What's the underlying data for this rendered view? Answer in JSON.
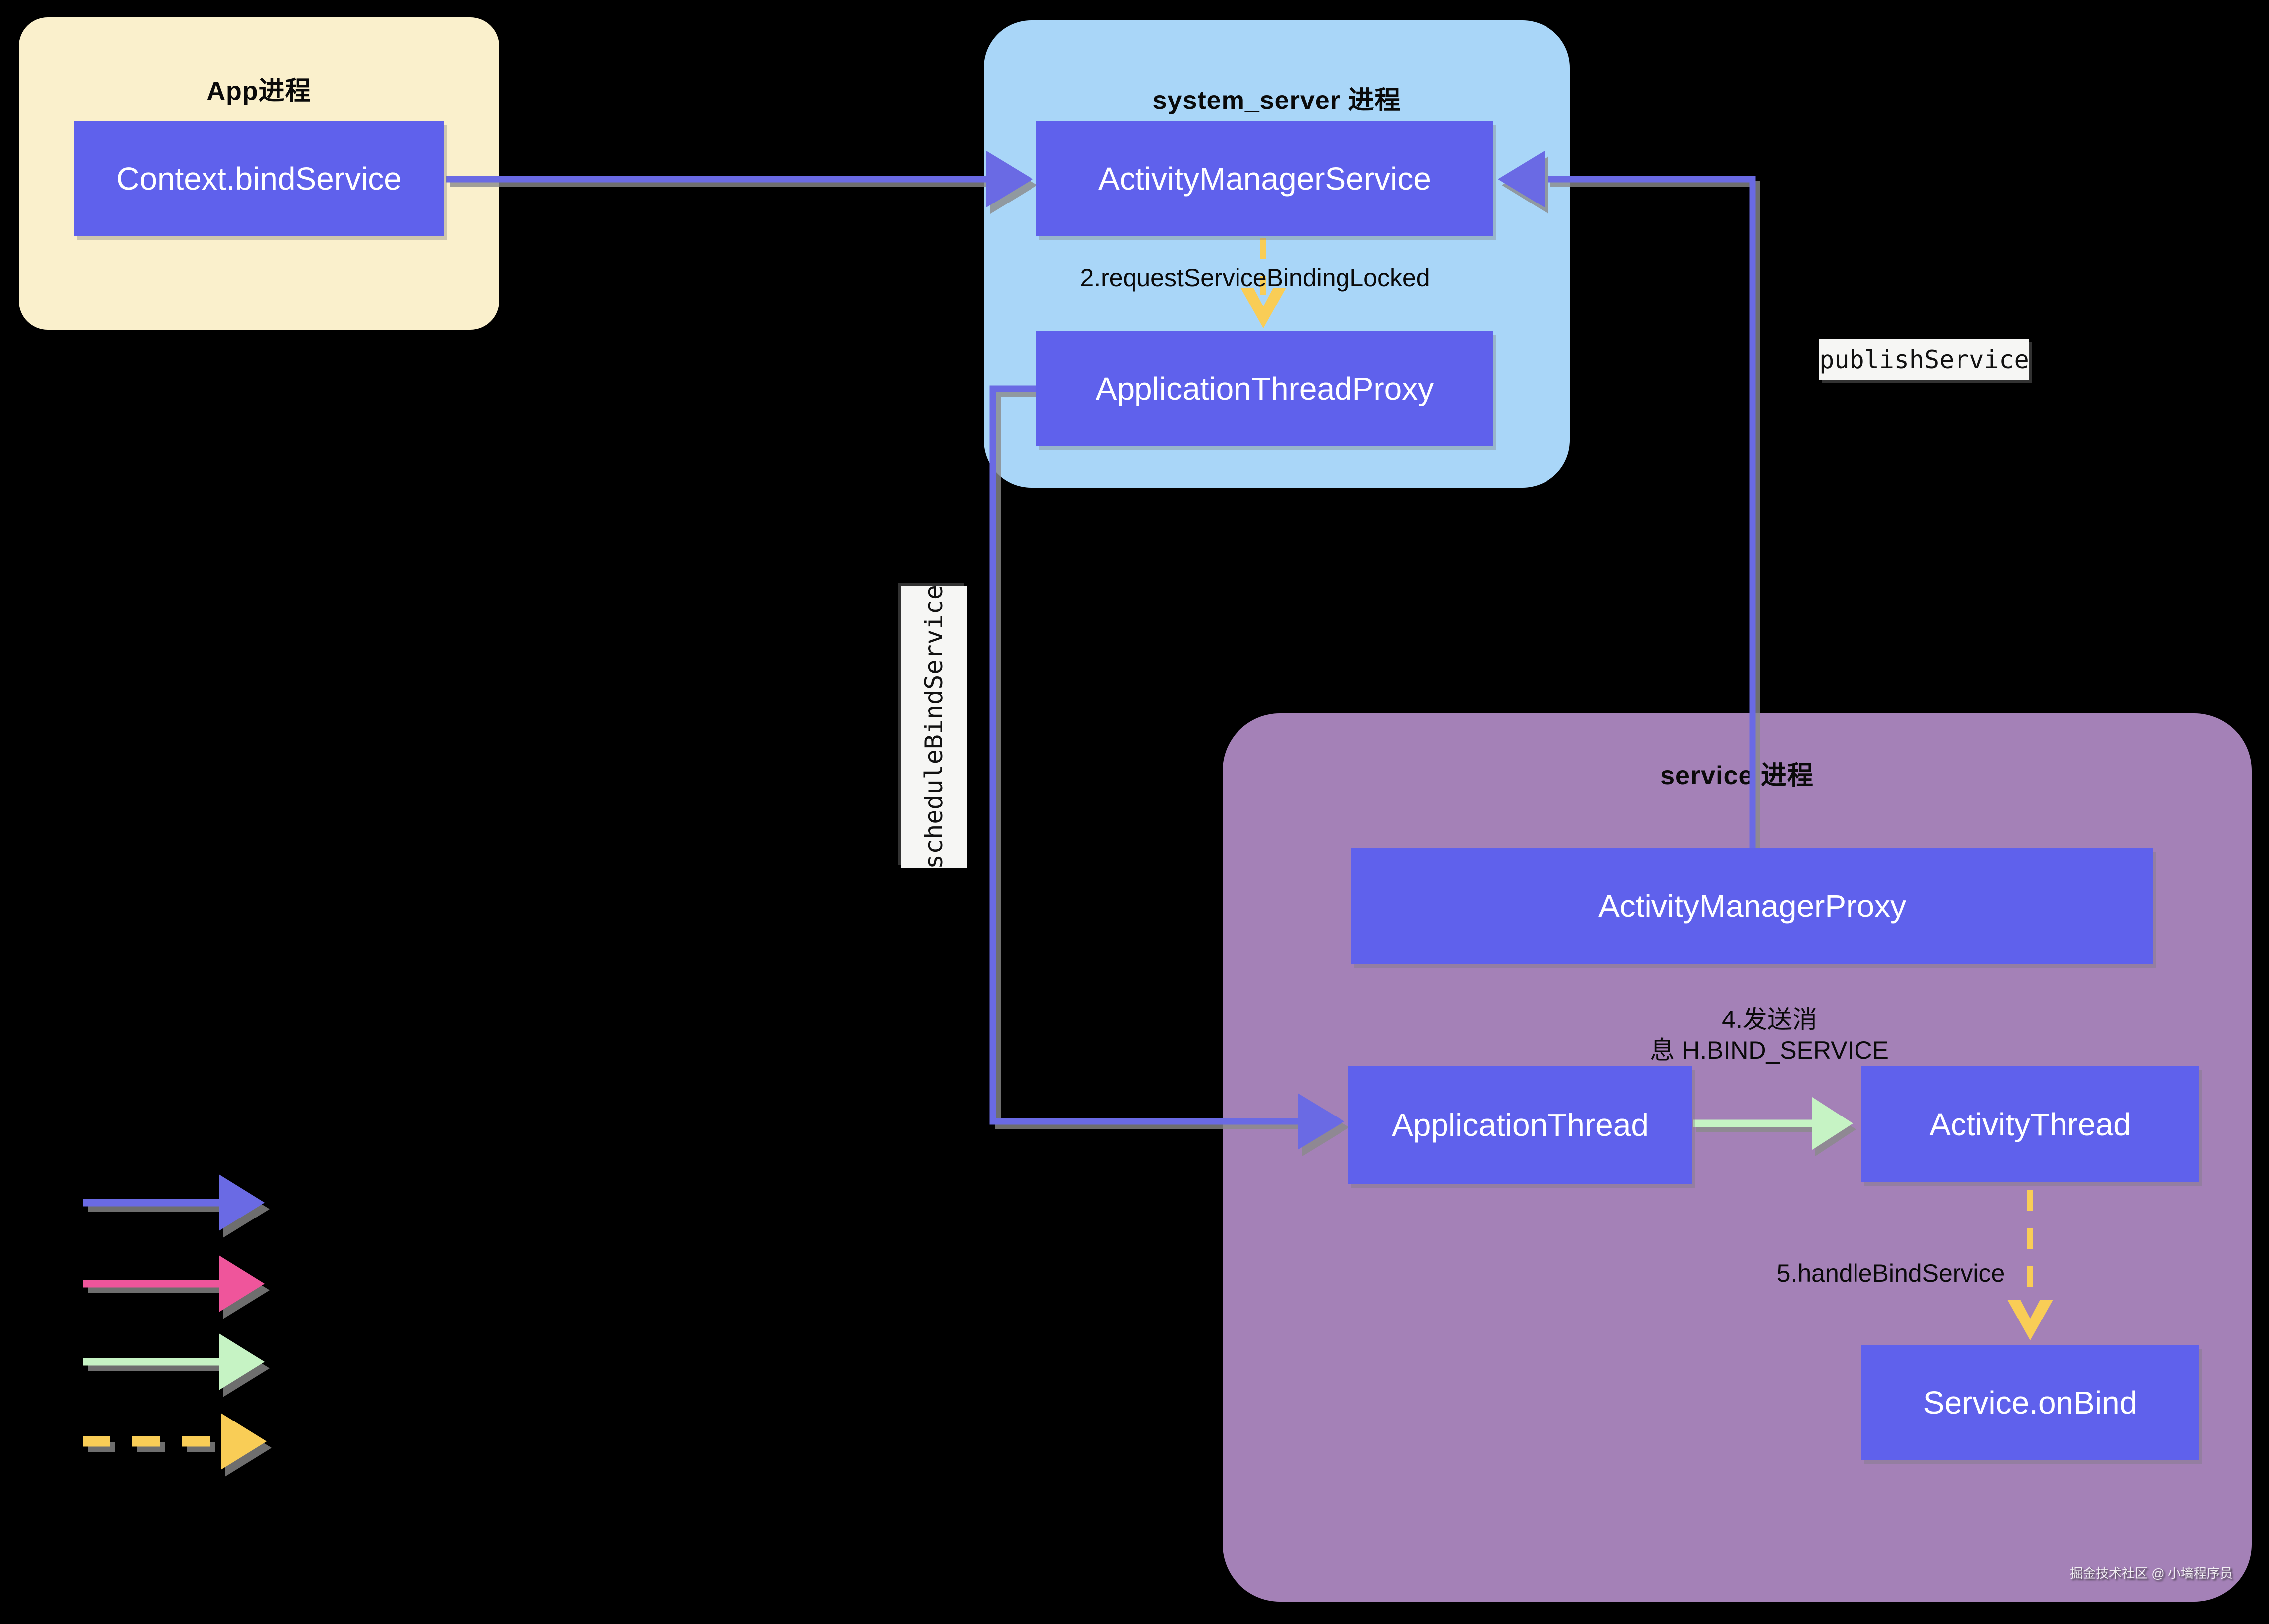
{
  "diagram": {
    "containers": {
      "app": {
        "title": "App进程"
      },
      "system_server": {
        "title": "system_server 进程"
      },
      "service": {
        "title": "service 进程"
      }
    },
    "nodes": {
      "context_bind_service": "Context.bindService",
      "activity_manager_service": "ActivityManagerService",
      "application_thread_proxy": "ApplicationThreadProxy",
      "activity_manager_proxy": "ActivityManagerProxy",
      "application_thread": "ApplicationThread",
      "activity_thread": "ActivityThread",
      "service_on_bind": "Service.onBind"
    },
    "edge_labels": {
      "step2": "2.requestServiceBindingLocked",
      "publish_service": "publishService",
      "schedule_bind_service": "scheduleBindService",
      "step4_line1": "4.发送消",
      "step4_line2": "息 H.BIND_SERVICE",
      "step5": "5.handleBindService"
    },
    "watermark": "掘金技术社区 @ 小墙程序员",
    "colors": {
      "node_fill": "#5f61ec",
      "node_text": "#ffffff",
      "app_container": "#faf0cc",
      "system_container": "#a9d6f8",
      "service_container": "#a481b7",
      "arrow_blue": "#6a6ae4",
      "arrow_pink": "#ef559b",
      "arrow_green": "#c6f3c4",
      "arrow_yellow": "#f9cd56",
      "arrow_shadow": "#8a8a8a",
      "label_bg": "#f6f6f4",
      "label_text": "#111111",
      "canvas_bg": "#000000"
    }
  }
}
